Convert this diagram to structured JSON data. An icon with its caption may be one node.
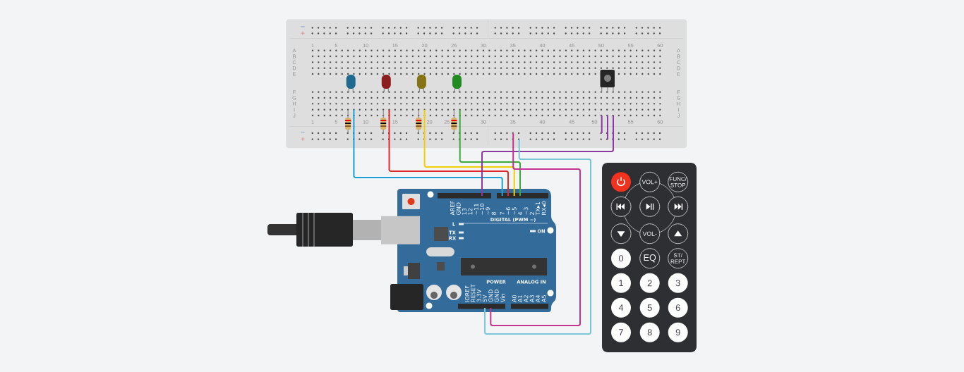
{
  "diagram": {
    "nodes": [
      {
        "text": [],
        "shape": "picture"
      },
      {
        "text": [],
        "shape": "picture"
      }
    ],
    "edges": [
      {
        "from": 0,
        "to": 1,
        "arrow": "none",
        "color": "#1ba1d6"
      },
      {
        "from": 0,
        "to": 1,
        "arrow": "none",
        "color": "#e02a2a"
      },
      {
        "from": 0,
        "to": 1,
        "arrow": "none",
        "color": "#f2cf00"
      },
      {
        "from": 0,
        "to": 1,
        "arrow": "none",
        "color": "#3aaa3a"
      },
      {
        "from": 0,
        "to": 1,
        "arrow": "none",
        "color": "#8a3aa0"
      },
      {
        "from": 0,
        "to": 1,
        "arrow": "none",
        "color": "#c6338f"
      },
      {
        "from": 0,
        "to": 1,
        "arrow": "none",
        "color": "#7ac6d6"
      }
    ],
    "labels": [
      "−",
      "+",
      "1",
      "5",
      "10",
      "15",
      "20",
      "25",
      "30",
      "35",
      "40",
      "45",
      "50",
      "55",
      "60",
      "A",
      "A",
      "B",
      "B",
      "C",
      "C",
      "D",
      "D",
      "E",
      "E",
      "F",
      "F",
      "G",
      "G",
      "H",
      "H",
      "I",
      "I",
      "J",
      "J",
      "1",
      "5",
      "10",
      "15",
      "20",
      "25",
      "30",
      "35",
      "40",
      "45",
      "50",
      "55",
      "60",
      "−",
      "+",
      "AREF",
      "GND",
      "13",
      "12",
      "~11",
      "~10",
      "~9",
      "8",
      "7",
      "~6",
      "~5",
      "4",
      "~3",
      "2",
      "TX▸1",
      "RX◂0",
      "DIGITAL (PWM ~)",
      "L",
      "TX",
      "RX",
      "ON",
      "POWER",
      "ANALOG IN",
      "IOREF",
      "RESET",
      "3.3V",
      "5V",
      "GND",
      "GND",
      "Vin",
      "A0",
      "A1",
      "A2",
      "A3",
      "A4",
      "A5",
      "VOL+",
      "FUNC/ STOP",
      "VOL-",
      "0",
      "EQ",
      "ST/ REPT",
      "1",
      "2",
      "3",
      "4",
      "5",
      "6",
      "7",
      "8",
      "9"
    ]
  }
}
